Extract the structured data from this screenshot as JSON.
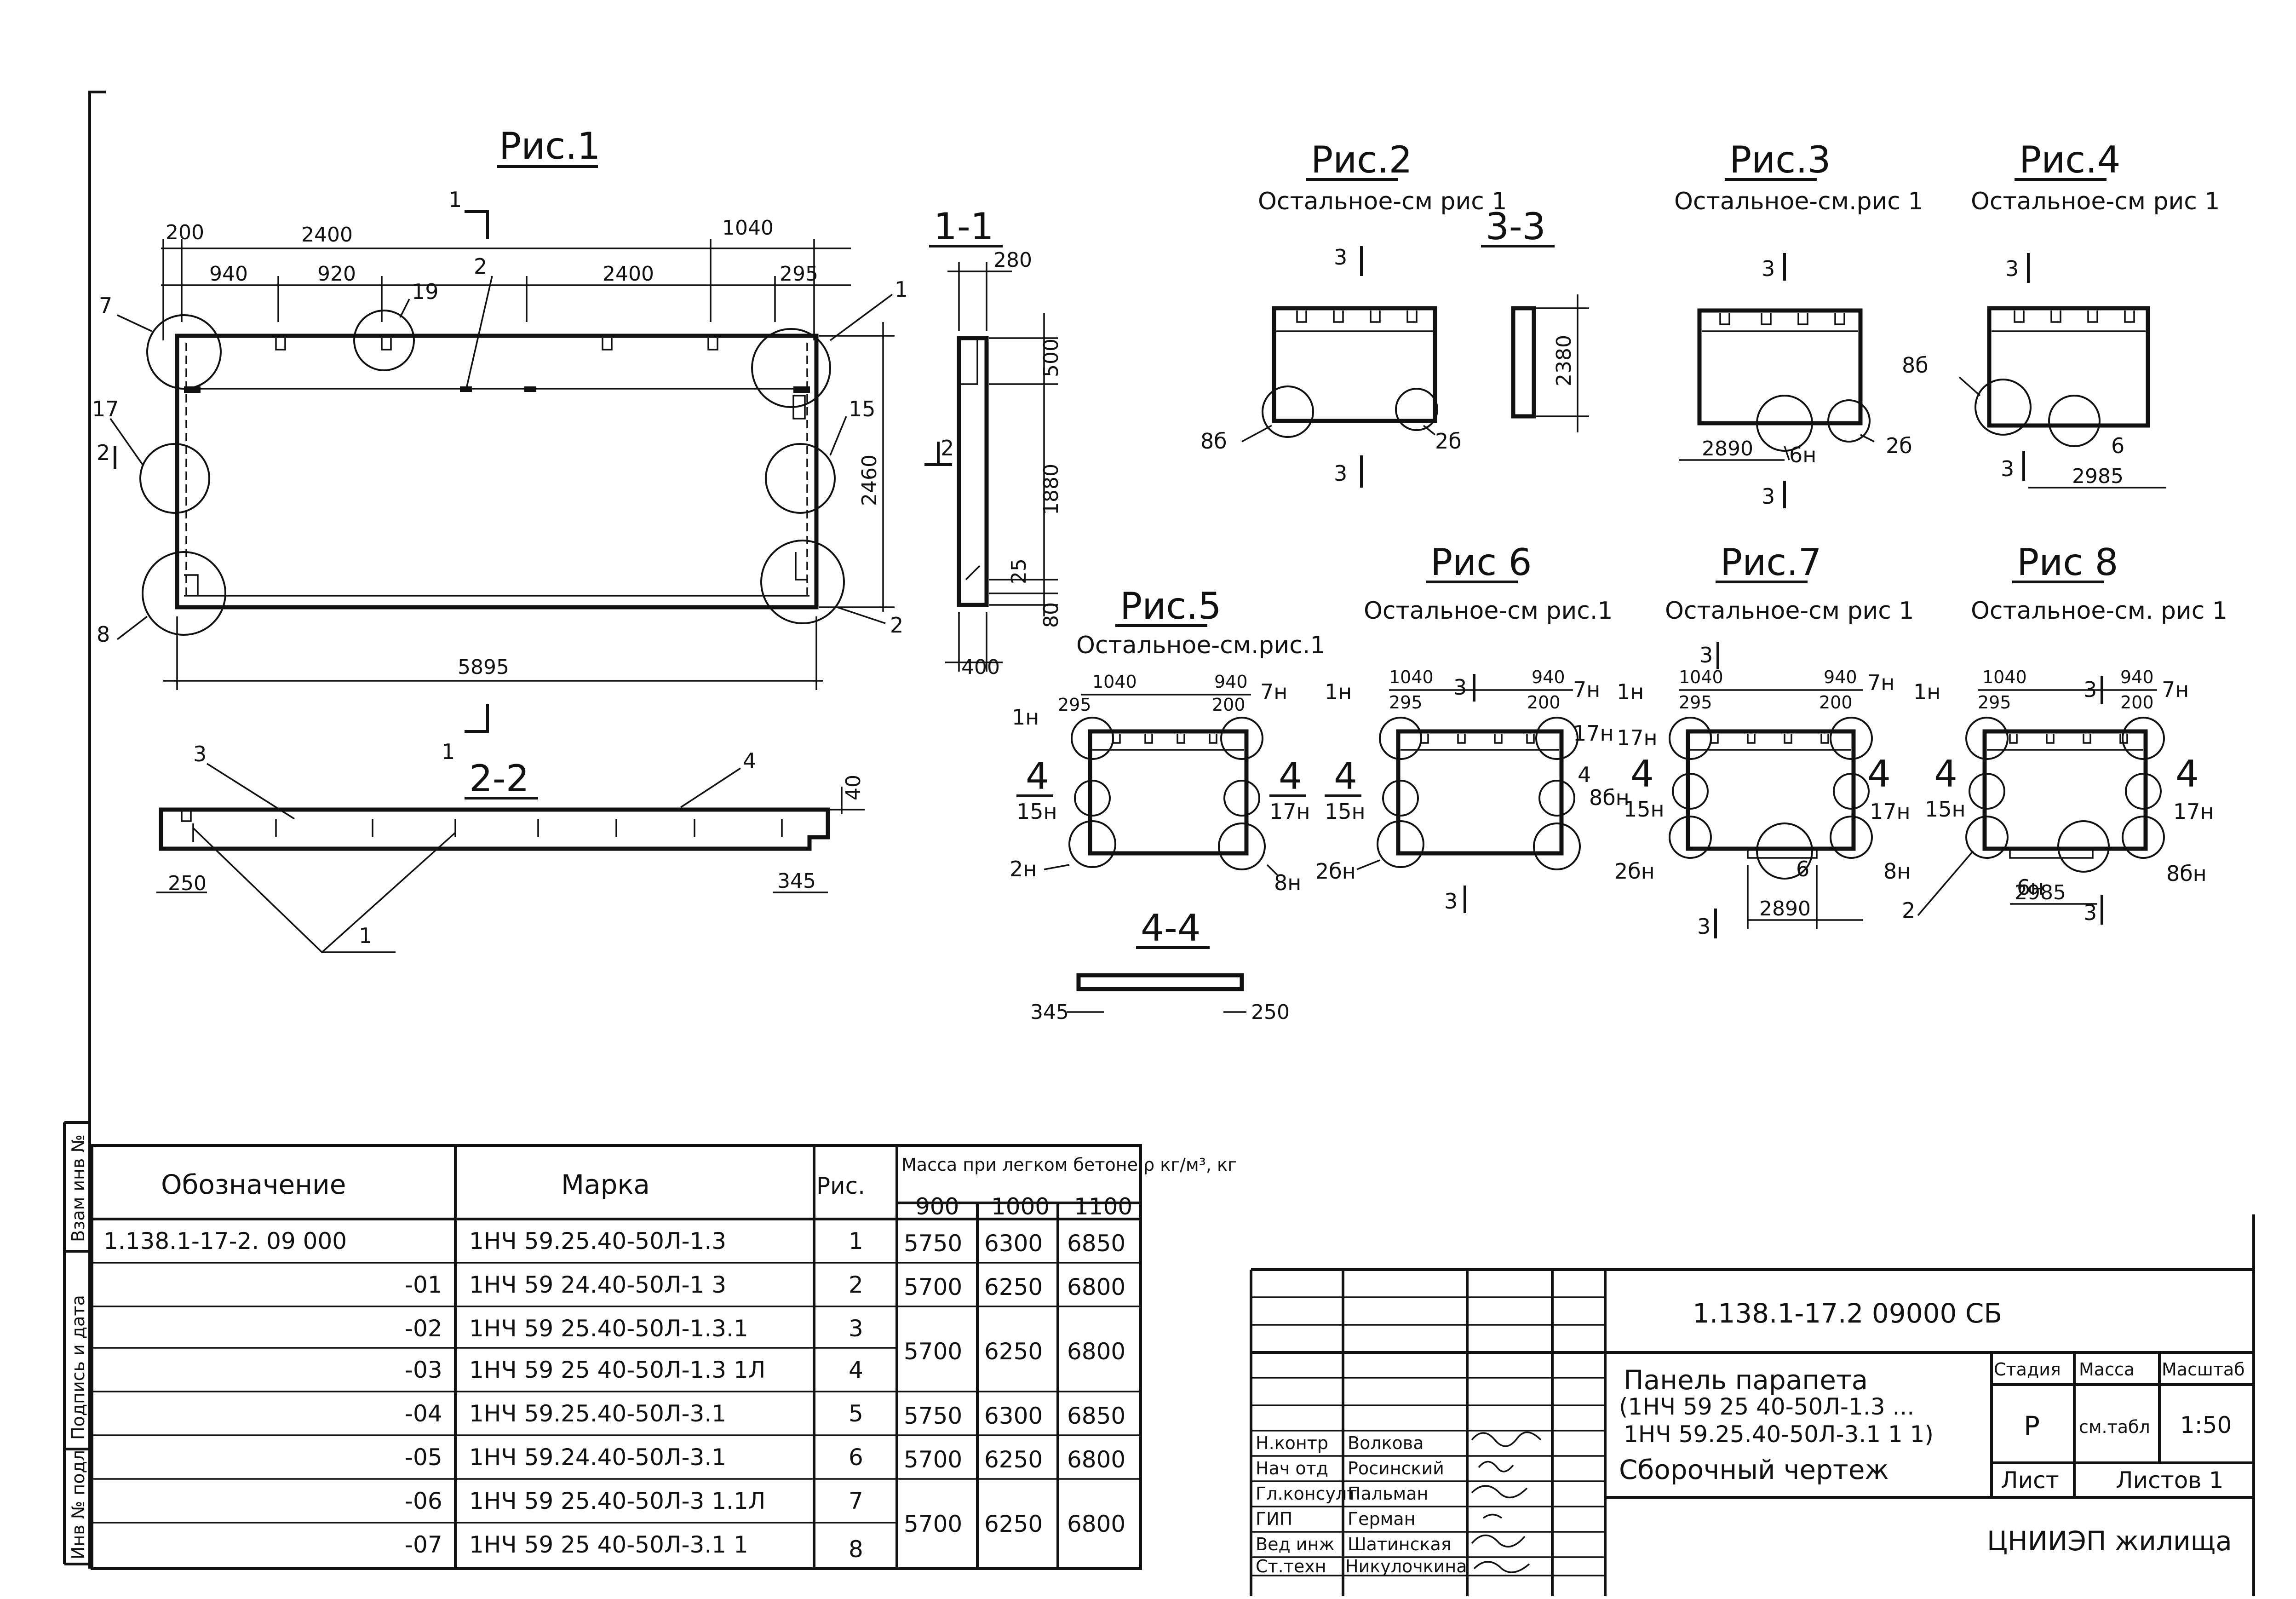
{
  "side_labels": [
    "Взам инв №",
    "Подпись и дата",
    "Инв № подл"
  ],
  "fig1": {
    "title": "Рис.1",
    "dims": {
      "d200": "200",
      "d2400a": "2400",
      "d1040": "1040",
      "d940": "940",
      "d920": "920",
      "d2400b": "2400",
      "d295": "295",
      "d2460": "2460",
      "d5895": "5895"
    },
    "callouts": {
      "c7": "7",
      "c17": "17",
      "c2": "2",
      "c8": "8",
      "c19": "19",
      "c2t": "2",
      "c1": "1",
      "c15": "15",
      "c2r": "2",
      "s1a": "1",
      "s1b": "1",
      "s2a": "2",
      "s2b": "2"
    }
  },
  "sec11": {
    "title": "1-1",
    "dims": {
      "d280": "280",
      "d500": "500",
      "d1880": "1880",
      "d25": "25",
      "d80": "80",
      "d400": "400"
    }
  },
  "sec22": {
    "title": "2-2",
    "dims": {
      "d40": "40",
      "d250": "250",
      "d345": "345"
    },
    "callouts": {
      "c3": "3",
      "c4": "4",
      "c1": "1"
    }
  },
  "fig2": {
    "title": "Рис.2",
    "note": "Остальное-см рис 1",
    "cut": "3",
    "callouts": {
      "c8b": "8б",
      "c2b": "2б"
    }
  },
  "sec33": {
    "title": "3-3",
    "dim": "2380"
  },
  "fig3": {
    "title": "Рис.3",
    "note": "Остальное-см.рис 1",
    "cut": "3",
    "callouts": {
      "c6n": "6н",
      "c2b": "2б"
    },
    "dim": "2890"
  },
  "fig4": {
    "title": "Рис.4",
    "note": "Остальное-см рис 1",
    "cut": "3",
    "callouts": {
      "c8b": "8б",
      "c6": "6"
    },
    "dim": "2985"
  },
  "fig5": {
    "title": "Рис.5",
    "note": "Остальное-см.рис.1",
    "dims": {
      "d1040": "1040",
      "d295": "295",
      "d940": "940",
      "d200": "200"
    },
    "callouts": {
      "c1n": "1н",
      "c7n": "7н",
      "c4a": "4",
      "c4b": "4",
      "c15n": "15н",
      "c17n": "17н",
      "c2n": "2н",
      "c8n": "8н"
    }
  },
  "fig6": {
    "title": "Рис 6",
    "note": "Остальное-см рис.1",
    "cut": "3",
    "dims": {
      "d1040": "1040",
      "d295": "295",
      "d940": "940",
      "d200": "200"
    },
    "callouts": {
      "c1n": "1н",
      "c7n": "7н",
      "c17n": "17н",
      "c4a": "4",
      "c4b": "4",
      "c15n": "15н",
      "c8bn": "8бн",
      "c2bn": "2бн"
    }
  },
  "fig7": {
    "title": "Рис.7",
    "note": "Остальное-см рис 1",
    "cut": "3",
    "dims": {
      "d1040": "1040",
      "d295": "295",
      "d940": "940",
      "d200": "200",
      "d2890": "2890"
    },
    "callouts": {
      "c1n": "1н",
      "c7n": "7н",
      "c17n": "17н",
      "c4a": "4",
      "c4b": "4",
      "c15n": "15н",
      "c2bn": "2бн",
      "c6": "6",
      "c8n": "8н"
    }
  },
  "fig8": {
    "title": "Рис 8",
    "note": "Остальное-см. рис 1",
    "cut": "3",
    "dims": {
      "d1040": "1040",
      "d295": "295",
      "d940": "940",
      "d200": "200",
      "d2985": "2985"
    },
    "callouts": {
      "c1n": "1н",
      "c7n": "7н",
      "c4a": "4",
      "c4b": "4",
      "c15n": "15н",
      "c17n": "17н",
      "c2": "2",
      "c6n": "6н",
      "c8bn": "8бн"
    }
  },
  "sec44": {
    "title": "4-4",
    "dims": {
      "d345": "345",
      "d250": "250"
    }
  },
  "spec": {
    "headers": {
      "designation": "Обозначение",
      "mark": "Марка",
      "fig": "Рис.",
      "mass": "Масса при легком бетоне ρ кг/м³, кг"
    },
    "densities": [
      "900",
      "1000",
      "1100"
    ],
    "rows": [
      {
        "designation": "1.138.1-17-2. 09 000",
        "mark": "1НЧ 59.25.40-50Л-1.3",
        "fig": "1"
      },
      {
        "designation": "-01",
        "mark": "1НЧ 59 24.40-50Л-1 3",
        "fig": "2"
      },
      {
        "designation": "-02",
        "mark": "1НЧ 59 25.40-50Л-1.3.1",
        "fig": "3"
      },
      {
        "designation": "-03",
        "mark": "1НЧ 59 25 40-50Л-1.3 1Л",
        "fig": "4"
      },
      {
        "designation": "-04",
        "mark": "1НЧ 59.25.40-50Л-3.1",
        "fig": "5"
      },
      {
        "designation": "-05",
        "mark": "1НЧ 59.24.40-50Л-3.1",
        "fig": "6"
      },
      {
        "designation": "-06",
        "mark": "1НЧ 59 25.40-50Л-3 1.1Л",
        "fig": "7"
      },
      {
        "designation": "-07",
        "mark": "1НЧ 59 25 40-50Л-3.1 1",
        "fig": "8"
      }
    ],
    "mass_groups": [
      [
        "5750",
        "6300",
        "6850"
      ],
      [
        "5700",
        "6250",
        "6800"
      ],
      [
        "5700",
        "6250",
        "6800"
      ],
      [
        "5750",
        "6300",
        "6850"
      ],
      [
        "5700",
        "6250",
        "6800"
      ],
      [
        "5700",
        "6250",
        "6800"
      ]
    ]
  },
  "title_block": {
    "doc_code": "1.138.1-17.2 09000 СБ",
    "title_line1": "Панель парапета",
    "title_line2": "(1НЧ 59 25 40-50Л-1.3 ...",
    "title_line3": "1НЧ 59.25.40-50Л-3.1 1 1)",
    "title_line4": "Сборочный чертеж",
    "stage_label": "Стадия",
    "mass_label": "Масса",
    "scale_label": "Масштаб",
    "stage": "Р",
    "mass": "см.табл",
    "scale": "1:50",
    "sheet_label": "Лист",
    "sheets_label": "Листов 1",
    "org": "ЦНИИЭП жилища",
    "roles": [
      {
        "role": "Н.контр",
        "name": "Волкова"
      },
      {
        "role": "Нач отд",
        "name": "Росинский"
      },
      {
        "role": "Гл.консулт",
        "name": "Пальман"
      },
      {
        "role": "ГИП",
        "name": "Герман"
      },
      {
        "role": "Вед инж",
        "name": "Шатинская"
      },
      {
        "role": "Ст.техн",
        "name": "Никулочкина"
      }
    ]
  }
}
